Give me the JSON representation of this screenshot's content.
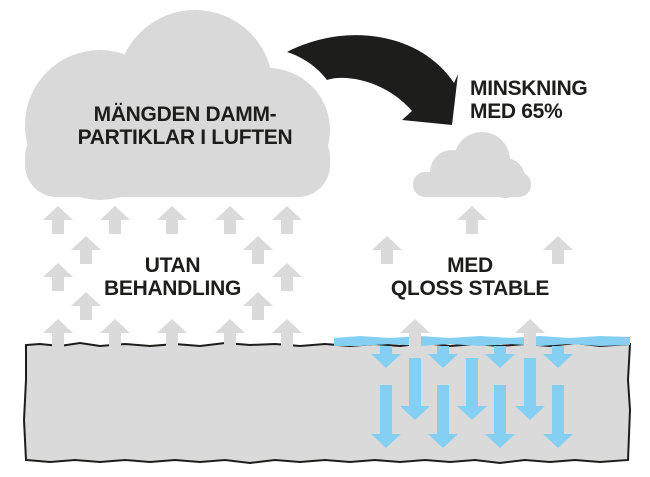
{
  "title_cloud": {
    "lines": [
      "MÄNGDEN DAMM-",
      "PARTIKLAR I LUFTEN"
    ]
  },
  "reduction": {
    "lines": [
      "MINSKNING",
      "MED 65%"
    ],
    "percent": 65
  },
  "untreated": {
    "lines": [
      "UTAN",
      "BEHANDLING"
    ]
  },
  "treated": {
    "lines": [
      "MED",
      "QLOSS STABLE"
    ]
  },
  "colors": {
    "cloud": "#d9d9d9",
    "arrow_up": "#dadada",
    "arrow_big": "#1d1d1b",
    "ground": "#dadada",
    "ground_outline": "#1d1d1b",
    "treatment": "#85cff3",
    "text": "#1d1d1b"
  }
}
